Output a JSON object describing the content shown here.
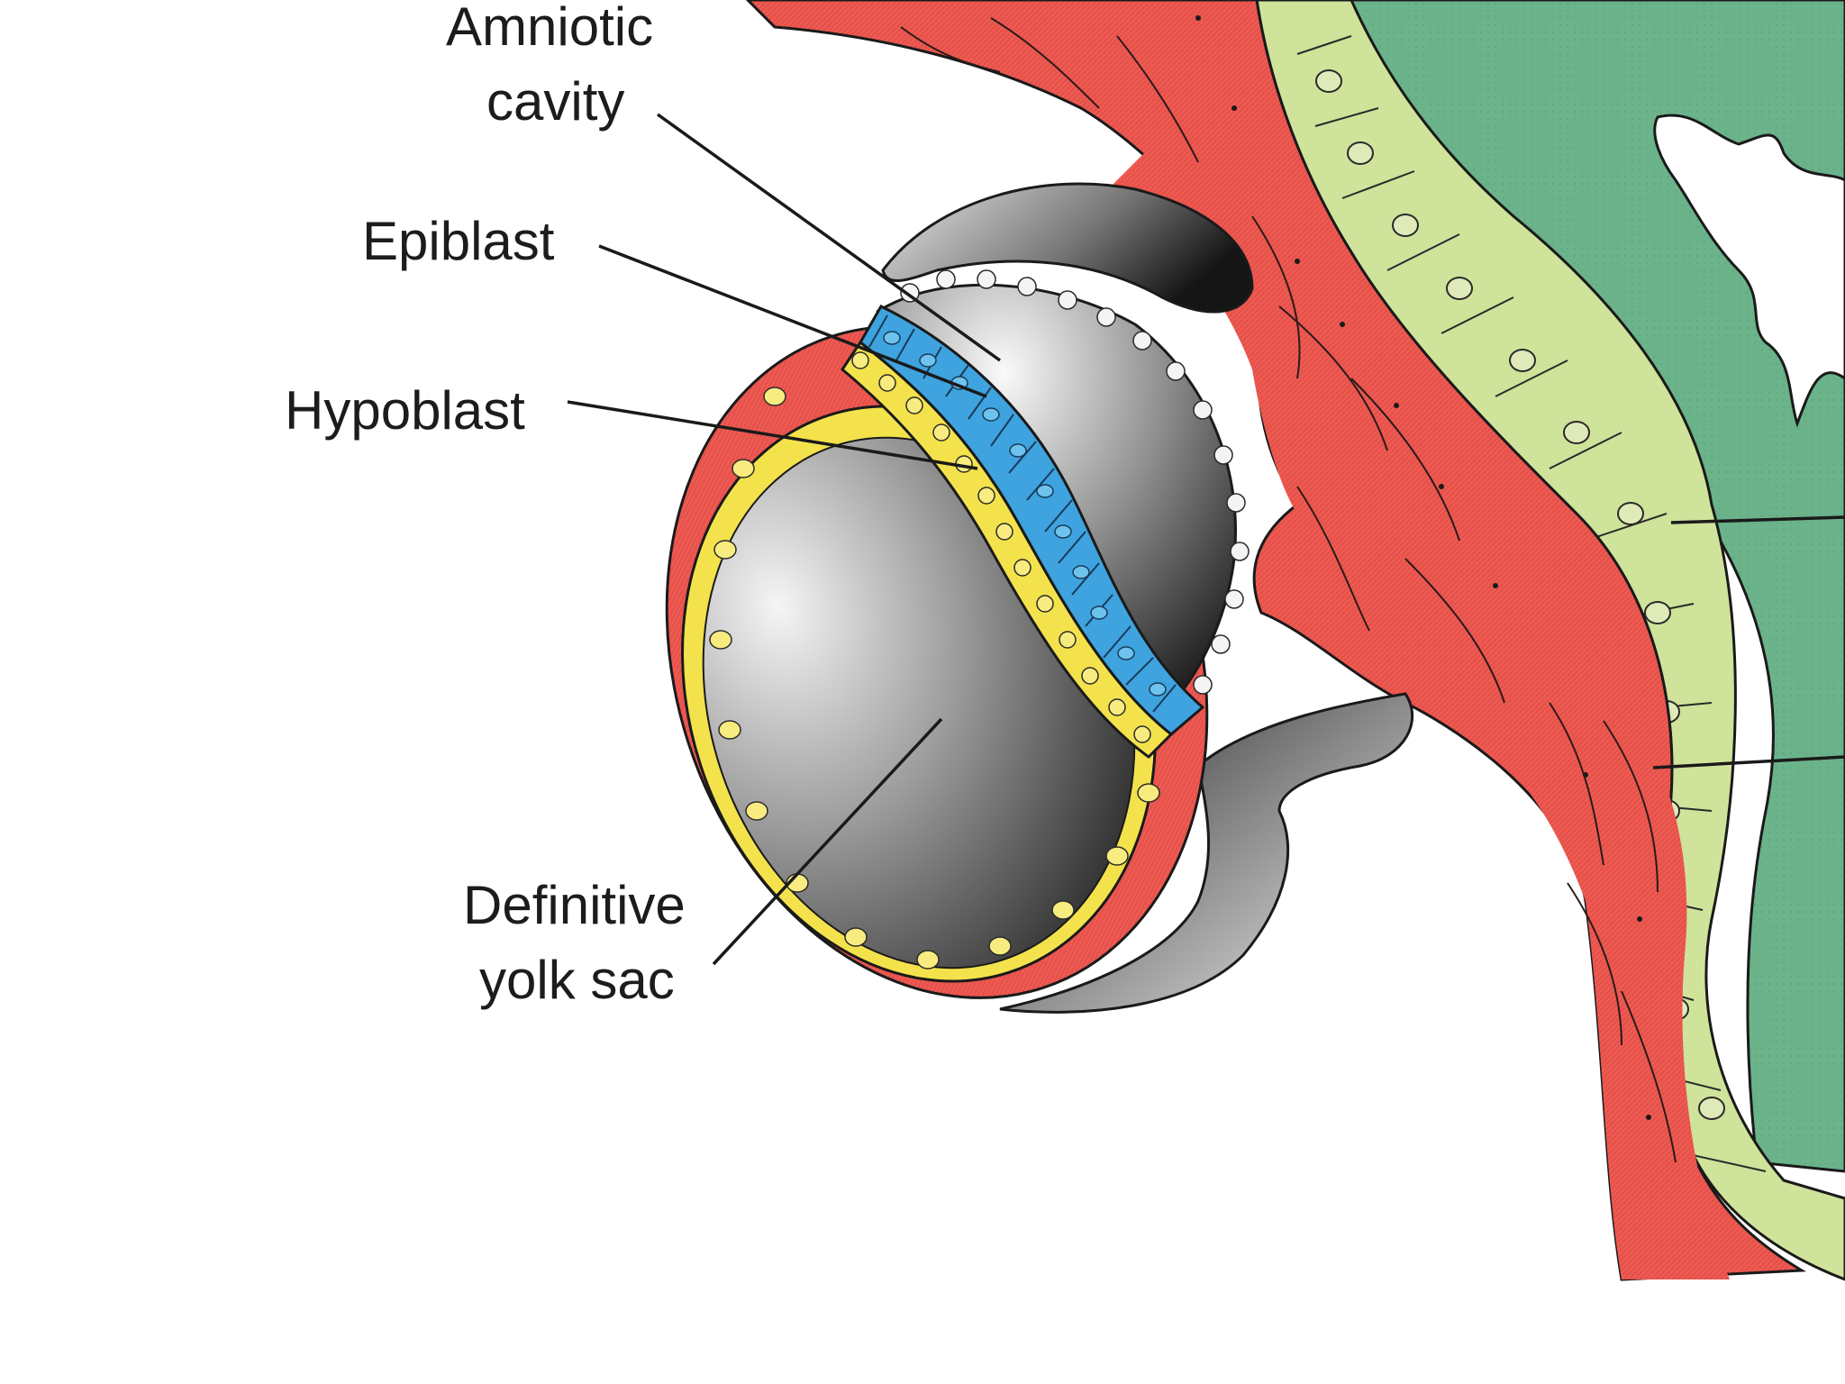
{
  "labels": {
    "amniotic_cavity": [
      "Amniotic",
      "cavity"
    ],
    "epiblast": "Epiblast",
    "hypoblast": "Hypoblast",
    "definitive_yolk_sac": [
      "Definitive",
      "yolk sac"
    ]
  },
  "colors": {
    "extraembryonic_mesoderm": "#ec5a52",
    "epiblast": "#3ea3de",
    "hypoblast": "#f4e24c",
    "trophoblast": "#cfe39a",
    "endometrium": "#6bb38a",
    "cavity_dark": "#2e2e2e",
    "cavity_light": "#f2f2f2"
  },
  "icons": [
    "cell-nucleus-icon",
    "fibroblast-cell-icon"
  ]
}
